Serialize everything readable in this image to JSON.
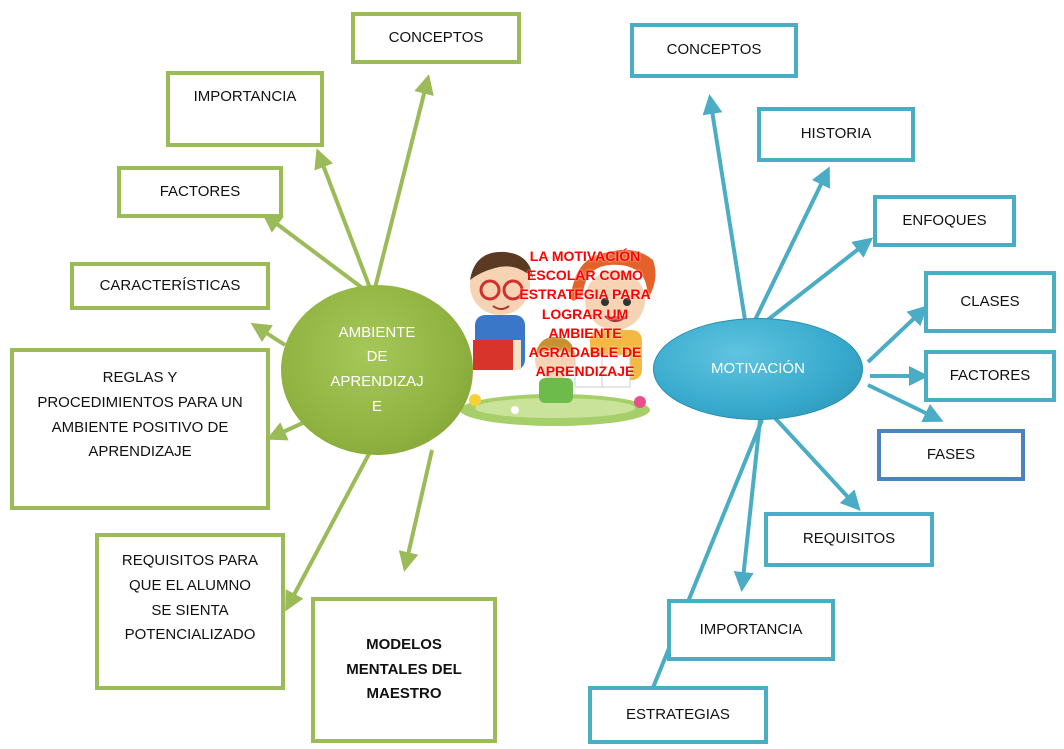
{
  "central_topic": {
    "lines": [
      "LA MOTIVACIÓN",
      "ESCOLAR COMO",
      "ESTRATEGIA PARA",
      "LOGRAR UM",
      "AMBIENTE",
      "AGRADABLE DE",
      "APRENDIZAJE"
    ]
  },
  "left_hub": {
    "lines": [
      "AMBIENTE",
      "DE",
      "APRENDIZAJ",
      "E"
    ]
  },
  "right_hub": {
    "label": "MOTIVACIÓN"
  },
  "left_branches": {
    "conceptos": "CONCEPTOS",
    "importancia": "IMPORTANCIA",
    "factores": "FACTORES",
    "caracteristicas": "CARACTERÍSTICAS",
    "reglas": [
      "REGLAS Y",
      "PROCEDIMIENTOS PARA UN",
      "AMBIENTE POSITIVO DE",
      "APRENDIZAJE"
    ],
    "requisitos": [
      "REQUISITOS PARA",
      "QUE EL ALUMNO",
      "SE SIENTA",
      "POTENCIALIZADO"
    ],
    "modelos": [
      "MODELOS",
      "MENTALES DEL",
      "MAESTRO"
    ]
  },
  "right_branches": {
    "conceptos": "CONCEPTOS",
    "historia": "HISTORIA",
    "enfoques": "ENFOQUES",
    "clases": "CLASES",
    "factores": "FACTORES",
    "fases": "FASES",
    "requisitos": "REQUISITOS",
    "importancia": "IMPORTANCIA",
    "estrategias": "ESTRATEGIAS"
  },
  "colors": {
    "left_branch": "#9bbb59",
    "right_branch": "#4bacc6",
    "fases_border": "#4f81bd",
    "central_text": "#ff0000"
  }
}
